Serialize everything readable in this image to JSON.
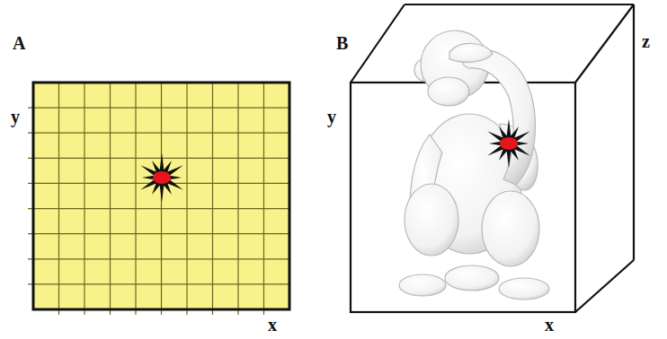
{
  "diagram": {
    "labels": [
      "A",
      "y",
      "x",
      "B",
      "y",
      "z",
      "x"
    ]
  }
}
